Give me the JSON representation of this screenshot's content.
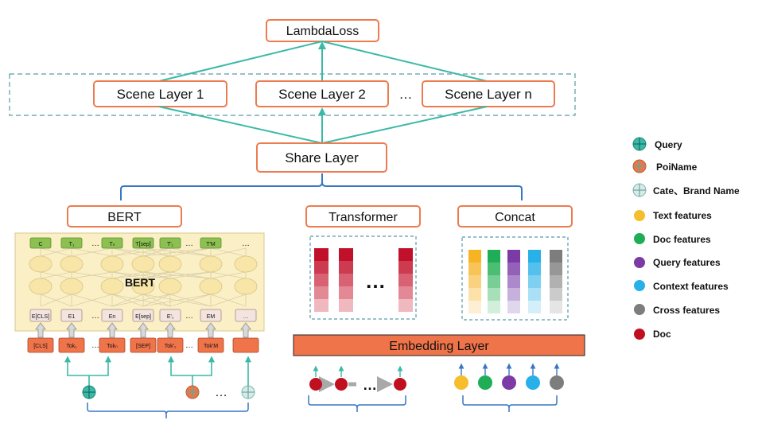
{
  "colors": {
    "teal": "#3bb9a7",
    "orange_border": "#ec7c4f",
    "orange_fill": "#f0744a",
    "blue_bracket": "#3a77c2",
    "dashed": "#5a9aa6",
    "bert_bg": "#fbefc6",
    "bert_green": "#8cc152",
    "red_dot": "#c0101f",
    "text_yellow": "#f6bd2d",
    "doc_green": "#1fae55",
    "query_purple": "#7b3aa6",
    "context_blue": "#28b0e8",
    "cross_gray": "#7d7d7d"
  },
  "top": {
    "lambdaloss": "LambdaLoss",
    "scene1": "Scene Layer 1",
    "scene2": "Scene Layer 2",
    "ellipsis": "…",
    "scenen": "Scene Layer n",
    "share": "Share Layer"
  },
  "towers": {
    "bert": "BERT",
    "transformer": "Transformer",
    "concat": "Concat",
    "embedding": "Embedding Layer"
  },
  "bert_block": {
    "center_label": "BERT",
    "top_tokens": [
      "C",
      "T₁",
      "…",
      "Tₙ",
      "T[sep]",
      "T'₁",
      "…",
      "T'M",
      "…"
    ],
    "embed_tokens": [
      "E[CLS]",
      "E1",
      "…",
      "En",
      "E[sep]",
      "E'₁",
      "…",
      "EM",
      "…"
    ],
    "input_tokens": [
      "[CLS]",
      "Tok₁",
      "…",
      "Tokₙ",
      "[SEP]",
      "Tok'₁",
      "…",
      "Tok'M",
      ""
    ]
  },
  "left_bottom_ellipsis": "…",
  "transformer_ellipsis": "…",
  "legend": [
    {
      "label": "Query",
      "icon": "cross-circle-teal-icon"
    },
    {
      "label": "PoiName",
      "icon": "cross-circle-orange-icon"
    },
    {
      "label": "Cate、Brand Name",
      "icon": "cross-circle-light-teal-icon"
    },
    {
      "label": "Text features",
      "icon": "yellow-dot-icon"
    },
    {
      "label": "Doc features",
      "icon": "green-dot-icon"
    },
    {
      "label": "Query features",
      "icon": "purple-dot-icon"
    },
    {
      "label": "Context features",
      "icon": "blue-dot-icon"
    },
    {
      "label": "Cross features",
      "icon": "gray-dot-icon"
    },
    {
      "label": "Doc",
      "icon": "red-dot-icon"
    }
  ]
}
